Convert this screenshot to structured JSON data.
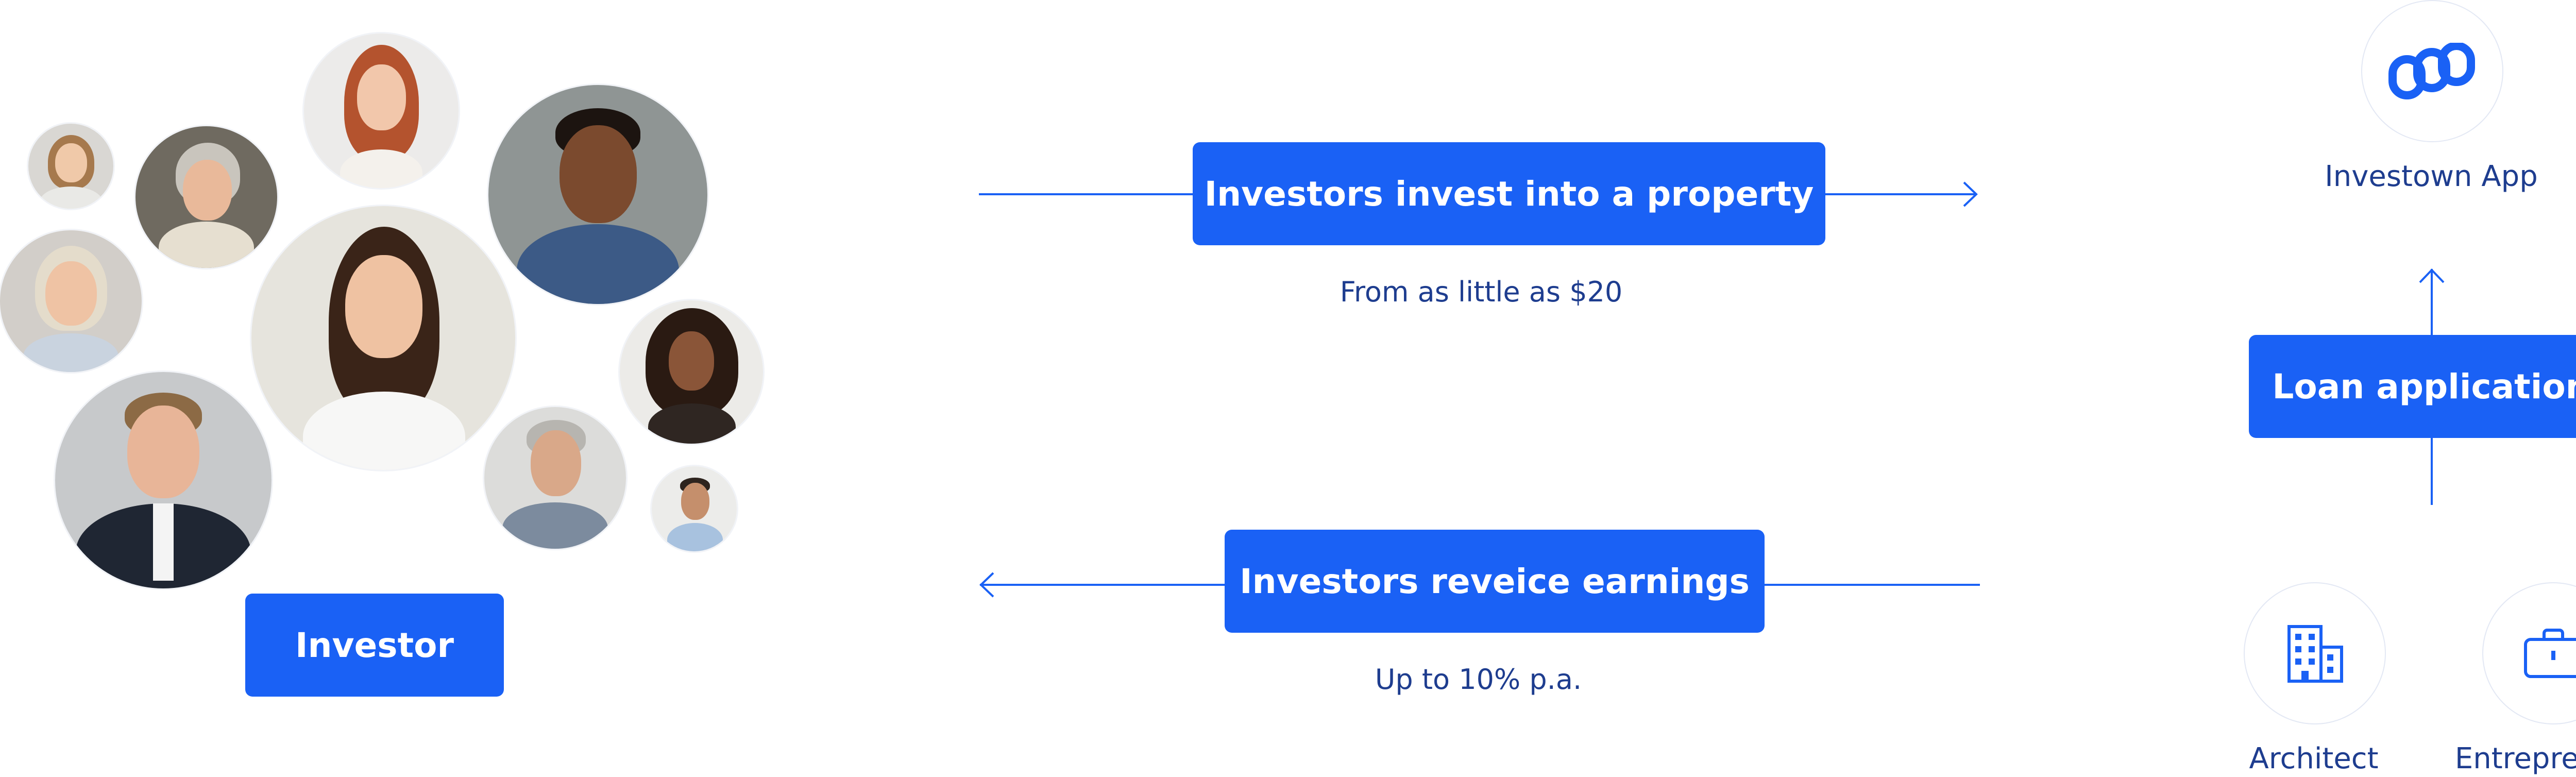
{
  "investor": {
    "label": "Investor"
  },
  "flow": {
    "invest_label": "Investors invest into a property",
    "invest_note": "From as little as $20",
    "earnings_label": "Investors reveice earnings",
    "earnings_note": "Up to 10% p.a."
  },
  "right_column": {
    "app_label": "Investown App",
    "loan_label": "Loan application",
    "architect_label": "Architect",
    "entrepreneur_label": "Entrepreneur"
  },
  "colors": {
    "accent": "#1a61f5",
    "text_dark_blue": "#1e3d8f",
    "icon_ring": "#e3e8f4"
  },
  "icons": {
    "app": "investown-logo-icon",
    "architect": "building-icon",
    "entrepreneur": "briefcase-icon"
  }
}
